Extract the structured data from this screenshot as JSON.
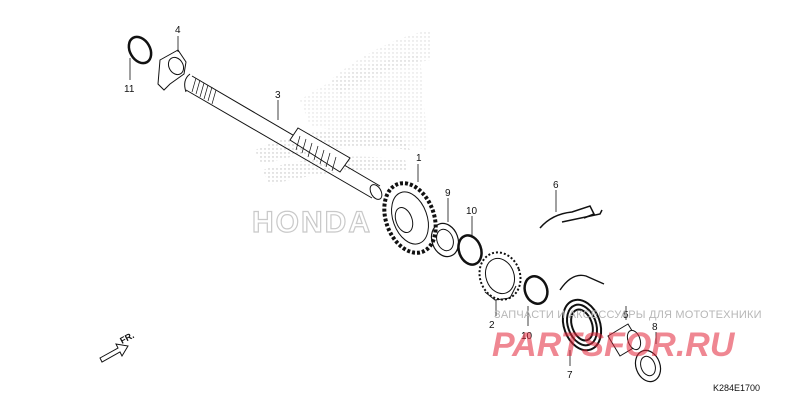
{
  "diagram_code": "K284E1700",
  "direction_label": "FR.",
  "watermark": {
    "brand": "HONDA",
    "tagline": "ЗАПЧАСТИ И АКСЕССУАРЫ ДЛЯ МОТОТЕХНИКИ",
    "site": "PARTSFOR.RU"
  },
  "callouts": [
    "1",
    "2",
    "3",
    "4",
    "5",
    "6",
    "7",
    "8",
    "9",
    "10",
    "10",
    "11"
  ],
  "colors": {
    "line": "#111111",
    "watermark_red": "#e12438",
    "watermark_gray": "#c9c9c9"
  }
}
